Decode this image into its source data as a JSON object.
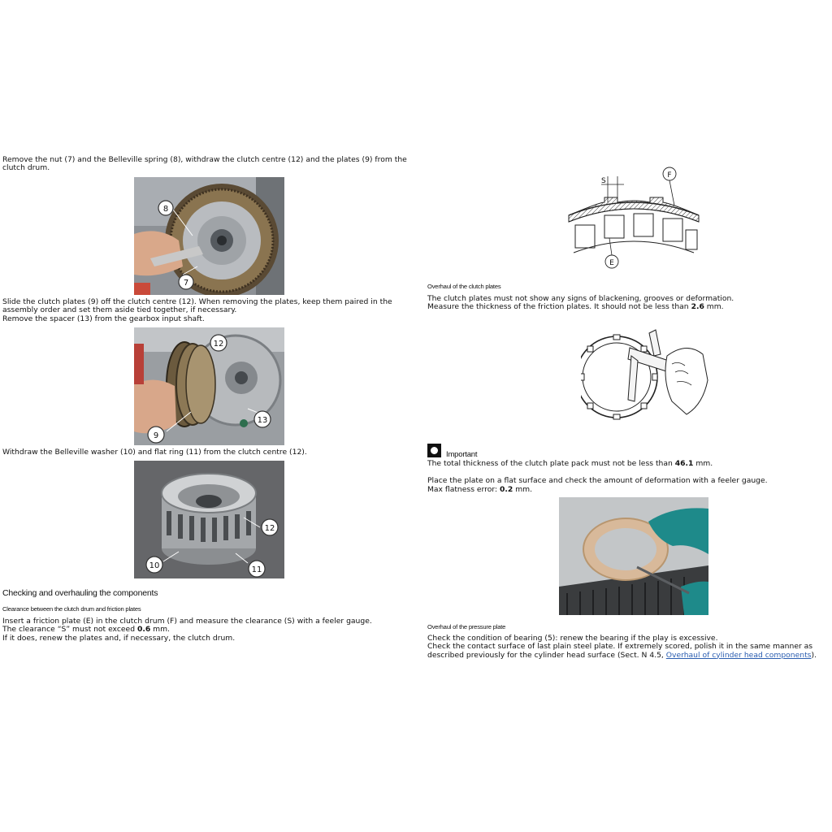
{
  "left": {
    "p1": "Remove the nut (7) and the Belleville spring (8), withdraw the clutch centre (12) and the plates (9) from the clutch drum.",
    "fig1_callouts": [
      "8",
      "7"
    ],
    "p2_line1": "Slide the clutch plates (9) off the clutch centre (12). When removing the plates, keep them paired in the assembly order and set them aside tied together, if necessary.",
    "p2_line2": "Remove the spacer (13) from the gearbox input shaft.",
    "fig2_callouts": [
      "12",
      "13",
      "9"
    ],
    "p3": "Withdraw the Belleville washer (10) and flat ring (11) from the clutch centre (12).",
    "fig3_callouts": [
      "12",
      "10",
      "11"
    ],
    "heading": "Checking and overhauling the components",
    "subheading": "Clearance between the clutch drum and friction plates",
    "p4_line1": "Insert a friction plate (E) in the clutch drum (F) and measure the clearance (S) with a feeler gauge.",
    "p4_line2_pre": "The clearance “S” must not exceed ",
    "p4_line2_val": "0.6",
    "p4_line2_post": " mm.",
    "p4_line3": "If it does, renew the plates and, if necessary, the clutch drum."
  },
  "right": {
    "diagram_labels": {
      "s": "S",
      "f": "F",
      "e": "E"
    },
    "subheading1": "Overhaul of the clutch plates",
    "p1_line1": "The clutch plates must not show any signs of blackening, grooves or deformation.",
    "p1_line2_pre": "Measure the thickness of the friction plates. It should not be less than ",
    "p1_line2_val": "2.6",
    "p1_line2_post": " mm.",
    "important_label": "Important",
    "p2_pre": "The total thickness of the clutch plate pack must not be less than ",
    "p2_val": "46.1",
    "p2_post": " mm.",
    "p3_line1": "Place the plate on a flat surface and check the amount of deformation with a feeler gauge.",
    "p3_line2_pre": "Max flatness error: ",
    "p3_line2_val": "0.2",
    "p3_line2_post": " mm.",
    "subheading2": "Overhaul of the pressure plate",
    "p4_line1": "Check the condition of bearing (5): renew the bearing if the play is excessive.",
    "p4_line2_pre": "Check the contact surface of last plain steel plate. If extremely scored, polish it in the same manner as described previously for the cylinder head surface (Sect. N 4.5, ",
    "p4_link": "Overhaul of cylinder head components",
    "p4_line2_post": ")."
  }
}
